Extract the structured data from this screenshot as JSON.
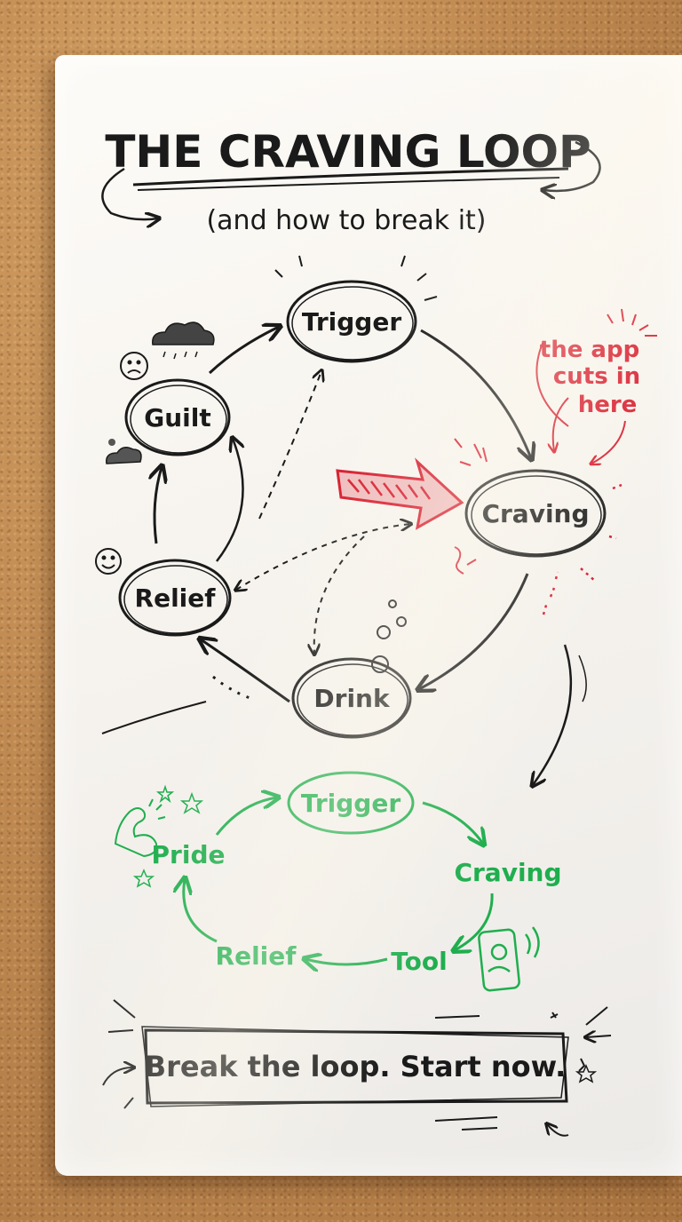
{
  "title": "THE CRAVING LOOP",
  "subtitle": "(and how to break it)",
  "craving_loop": {
    "nodes": {
      "trigger": "Trigger",
      "craving": "Craving",
      "drink": "Drink",
      "relief": "Relief",
      "guilt": "Guilt"
    },
    "annotation": [
      "the app",
      "cuts in",
      "here"
    ]
  },
  "broken_loop": {
    "nodes": {
      "trigger": "Trigger",
      "craving": "Craving",
      "tool": "Tool",
      "relief": "Relief",
      "pride": "Pride"
    }
  },
  "cta": "Break the loop. Start now.",
  "colors": {
    "ink": "#1a1a1a",
    "red": "#d7192b",
    "green": "#1fae4e"
  }
}
